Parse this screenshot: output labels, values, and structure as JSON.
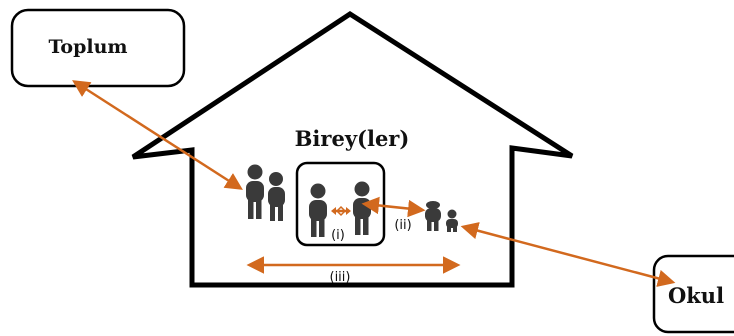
{
  "diagram": {
    "house_title": "Birey(ler)",
    "external_left": "Toplum",
    "external_right": "Okul",
    "relations": {
      "i": "(i)",
      "ii": "(ii)",
      "iii": "(iii)"
    },
    "colors": {
      "arrow": "#D2691E",
      "outline": "#000000",
      "figure": "#3a3a3a"
    }
  }
}
